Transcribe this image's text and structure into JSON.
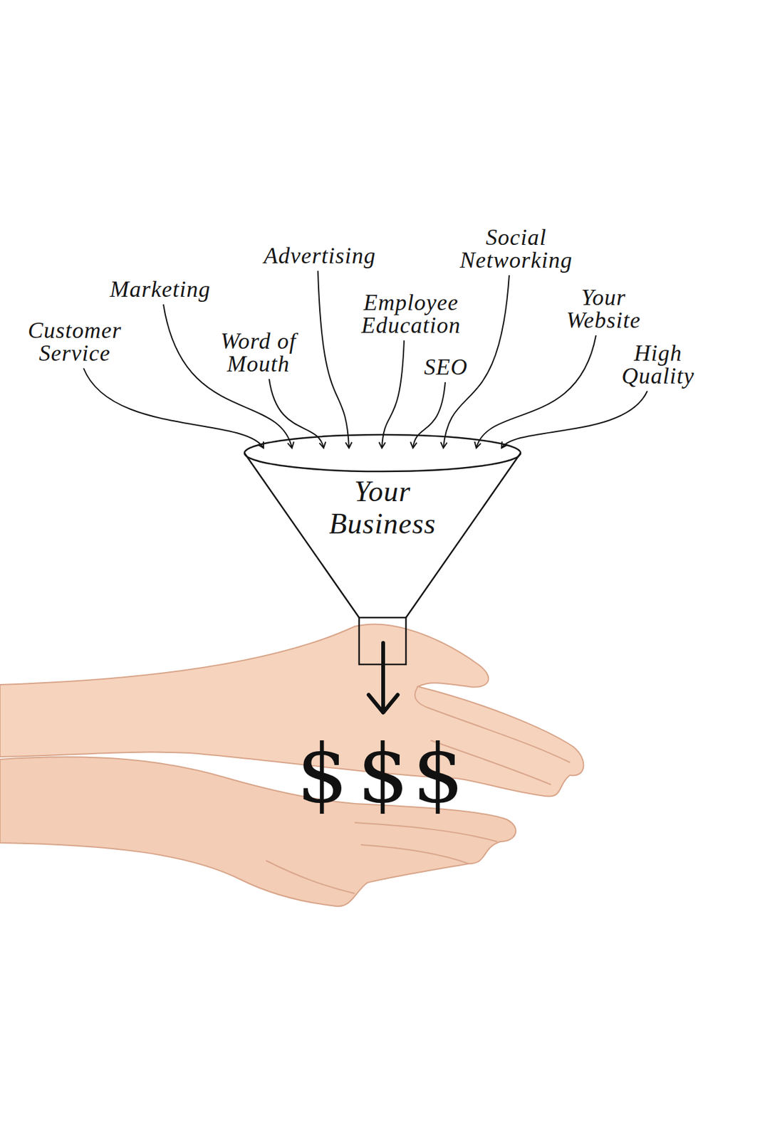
{
  "diagram": {
    "nodes": [
      {
        "text": [
          "Your Business"
        ]
      }
    ],
    "labels": [
      "Customer Service",
      "Marketing",
      "Word of Mouth",
      "Advertising",
      "Employee Education",
      "SEO",
      "Social Networking",
      "Your Website",
      "High Quality",
      "$",
      "$",
      "$"
    ]
  }
}
